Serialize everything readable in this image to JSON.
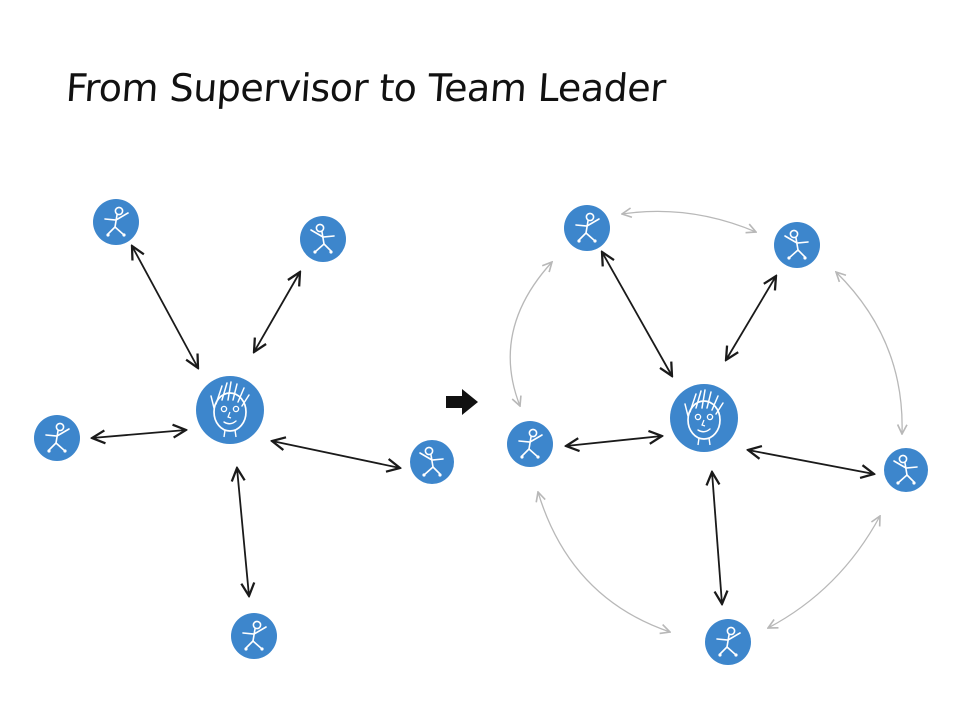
{
  "title": "From Supervisor to Team Leader",
  "colors": {
    "node_fill": "#3d86cc",
    "figure_stroke": "#ffffff",
    "primary_arrow": "#1a1a1a",
    "peer_arrow": "#b8b8b8",
    "transition_arrow": "#111111"
  },
  "panels": [
    {
      "name": "supervisor-model",
      "nodes": [
        "leader",
        "member-1",
        "member-2",
        "member-3",
        "member-4",
        "member-5"
      ],
      "links": [
        {
          "from": "leader",
          "to": "member-1",
          "kind": "primary"
        },
        {
          "from": "leader",
          "to": "member-2",
          "kind": "primary"
        },
        {
          "from": "leader",
          "to": "member-3",
          "kind": "primary"
        },
        {
          "from": "leader",
          "to": "member-4",
          "kind": "primary"
        },
        {
          "from": "leader",
          "to": "member-5",
          "kind": "primary"
        }
      ]
    },
    {
      "name": "team-leader-model",
      "nodes": [
        "leader",
        "member-1",
        "member-2",
        "member-3",
        "member-4",
        "member-5"
      ],
      "links": [
        {
          "from": "leader",
          "to": "member-1",
          "kind": "primary"
        },
        {
          "from": "leader",
          "to": "member-2",
          "kind": "primary"
        },
        {
          "from": "leader",
          "to": "member-3",
          "kind": "primary"
        },
        {
          "from": "leader",
          "to": "member-4",
          "kind": "primary"
        },
        {
          "from": "leader",
          "to": "member-5",
          "kind": "primary"
        },
        {
          "from": "member-1",
          "to": "member-2",
          "kind": "peer"
        },
        {
          "from": "member-2",
          "to": "member-4",
          "kind": "peer"
        },
        {
          "from": "member-4",
          "to": "member-5",
          "kind": "peer"
        },
        {
          "from": "member-5",
          "to": "member-3",
          "kind": "peer"
        },
        {
          "from": "member-3",
          "to": "member-1",
          "kind": "peer"
        }
      ]
    }
  ]
}
